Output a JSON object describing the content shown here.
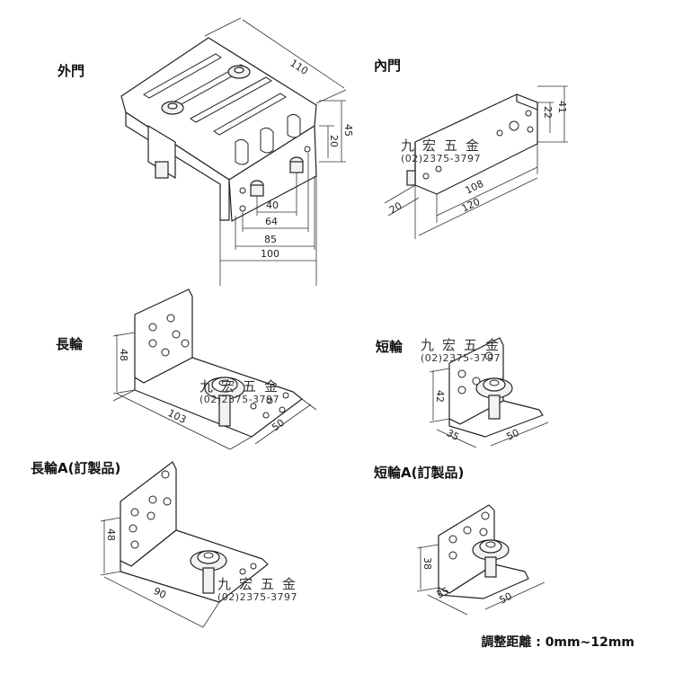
{
  "labels": {
    "outer_door": "外門",
    "inner_door": "內門",
    "long_wheel": "長輪",
    "short_wheel": "短輪",
    "long_wheel_a": "長輪A(訂製品)",
    "short_wheel_a": "短輪A(訂製品)"
  },
  "watermark": {
    "name": "九宏五金",
    "phone": "(02)2375-3797"
  },
  "dimensions": {
    "outer_door": [
      "110",
      "45",
      "20",
      "40",
      "64",
      "85",
      "100"
    ],
    "inner_door": [
      "41",
      "22",
      "108",
      "120",
      "20"
    ],
    "long_wheel": [
      "48",
      "103",
      "50"
    ],
    "short_wheel": [
      "42",
      "35",
      "50"
    ],
    "long_wheel_a": [
      "48",
      "90"
    ],
    "short_wheel_a": [
      "38",
      "35",
      "50"
    ]
  },
  "footnote": "調整距離 : 0mm~12mm"
}
